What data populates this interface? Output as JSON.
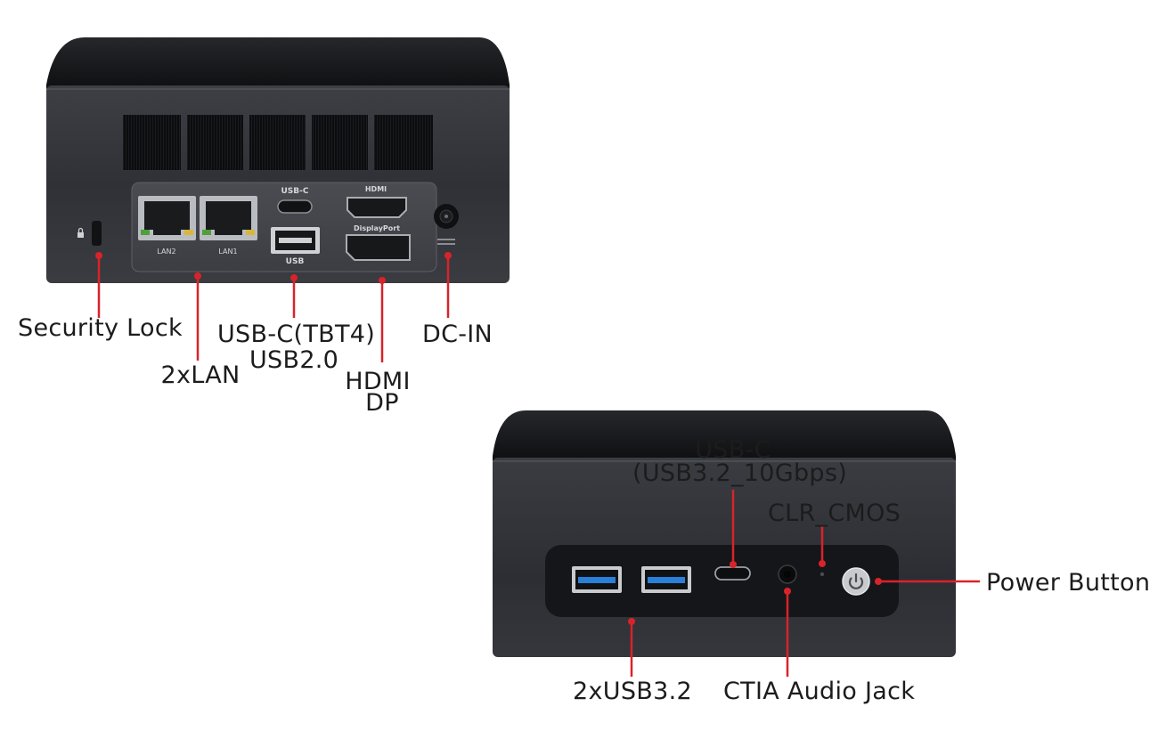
{
  "rear_view": {
    "port_markings": {
      "lan2": "LAN2",
      "lan1": "LAN1",
      "usb_c": "USB-C",
      "hdmi": "HDMI",
      "usb": "USB",
      "displayport": "DisplayPort"
    },
    "callouts": {
      "security_lock": "Security Lock",
      "lan": "2xLAN",
      "usbc_tbt4": "USB-C(TBT4)",
      "usb20": "USB2.0",
      "hdmi": "HDMI",
      "dp": "DP",
      "dc_in": "DC-IN"
    }
  },
  "front_view": {
    "callouts": {
      "usb_c": "USB-C",
      "usb_c_speed": "(USB3.2_10Gbps)",
      "clr_cmos": "CLR_CMOS",
      "power_button": "Power Button",
      "usb32": "2xUSB3.2",
      "audio_jack": "CTIA Audio Jack"
    }
  },
  "colors": {
    "callout_line": "#d8232a",
    "chassis": "#2e3035",
    "chassis_top": "#1a1b1e",
    "panel": "#15161a",
    "usb3_blue": "#2a7fd8"
  }
}
